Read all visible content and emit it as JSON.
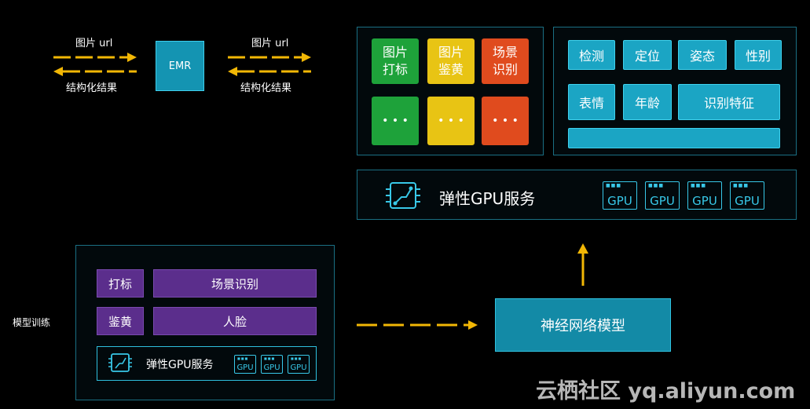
{
  "top_left": {
    "request_label": "图片 url",
    "result_label": "结构化结果",
    "emr_label": "EMR",
    "request_label_2": "图片 url",
    "result_label_2": "结构化结果"
  },
  "scenario_panel": {
    "tiles": [
      {
        "line1": "图片",
        "line2": "打标",
        "color": "#1ea23a"
      },
      {
        "line1": "图片",
        "line2": "鉴黄",
        "color": "#e8c414"
      },
      {
        "line1": "场景",
        "line2": "识别",
        "color": "#e04b1e"
      }
    ],
    "more": [
      "• • •",
      "• • •",
      "• • •"
    ]
  },
  "face_panel": {
    "row1": [
      "检测",
      "定位",
      "姿态",
      "性别"
    ],
    "row2": [
      "表情",
      "年龄",
      "识别特征"
    ]
  },
  "gpu_service": {
    "title": "弹性GPU服务",
    "chips": [
      "GPU",
      "GPU",
      "GPU",
      "GPU"
    ]
  },
  "training": {
    "label": "模型训练",
    "rows": [
      {
        "tag": "打标",
        "name": "场景识别"
      },
      {
        "tag": "鉴黄",
        "name": "人脸"
      }
    ],
    "gpu_title": "弹性GPU服务",
    "gpu_chips": [
      "GPU",
      "GPU",
      "GPU"
    ]
  },
  "neural_model": "神经网络模型",
  "watermark": "云栖社区 yq.aliyun.com",
  "colors": {
    "arrow": "#f2b705",
    "teal": "#1ba5c4",
    "border": "#1a6f83"
  }
}
